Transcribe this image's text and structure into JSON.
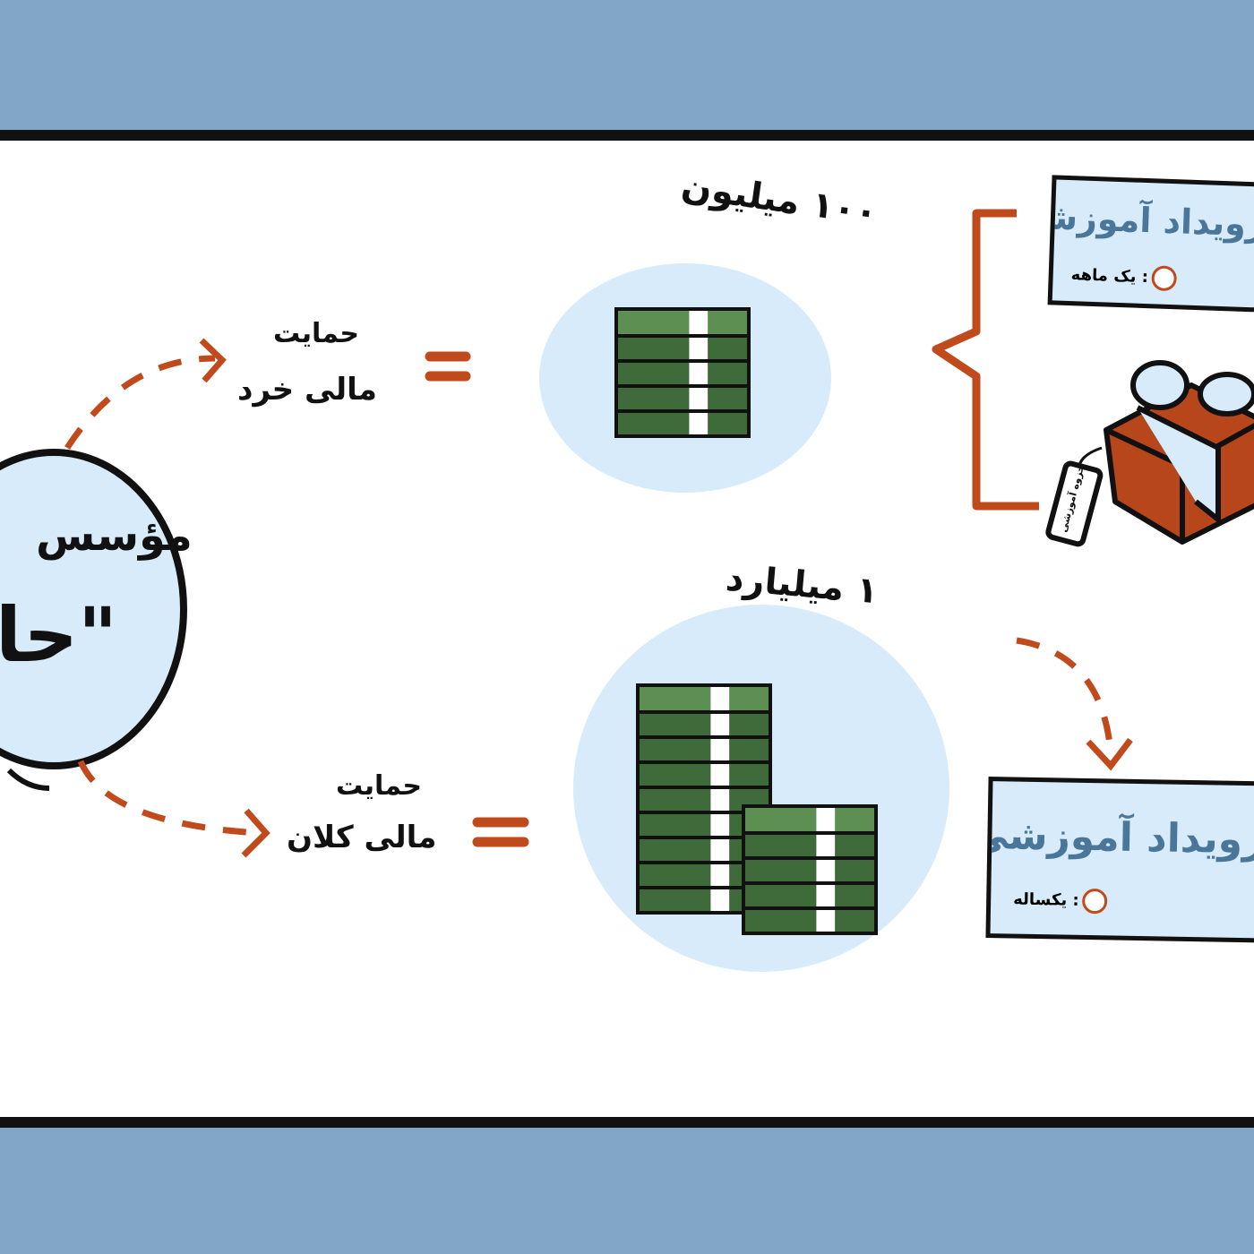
{
  "entity": {
    "line1": "مؤسس",
    "line2": "\"حا"
  },
  "branches": [
    {
      "label_top": "حمایت",
      "label_bottom": "مالی خرد",
      "amount": "۱۰۰ میلیون"
    },
    {
      "label_top": "حمایت",
      "label_bottom": "مالی کلان",
      "amount": "۱ میلیارد"
    }
  ],
  "cards": [
    {
      "title": "رویداد آموزشی",
      "duration": ": یک ماهه"
    },
    {
      "title": "رویداد آموزشی",
      "duration": ": یکساله"
    }
  ],
  "gift_tag": "جزوه آموزشی",
  "colors": {
    "background": "#82a7c6",
    "accent": "#c14a1c",
    "bubble": "#d8ebfa",
    "money": "#4f7a45"
  }
}
